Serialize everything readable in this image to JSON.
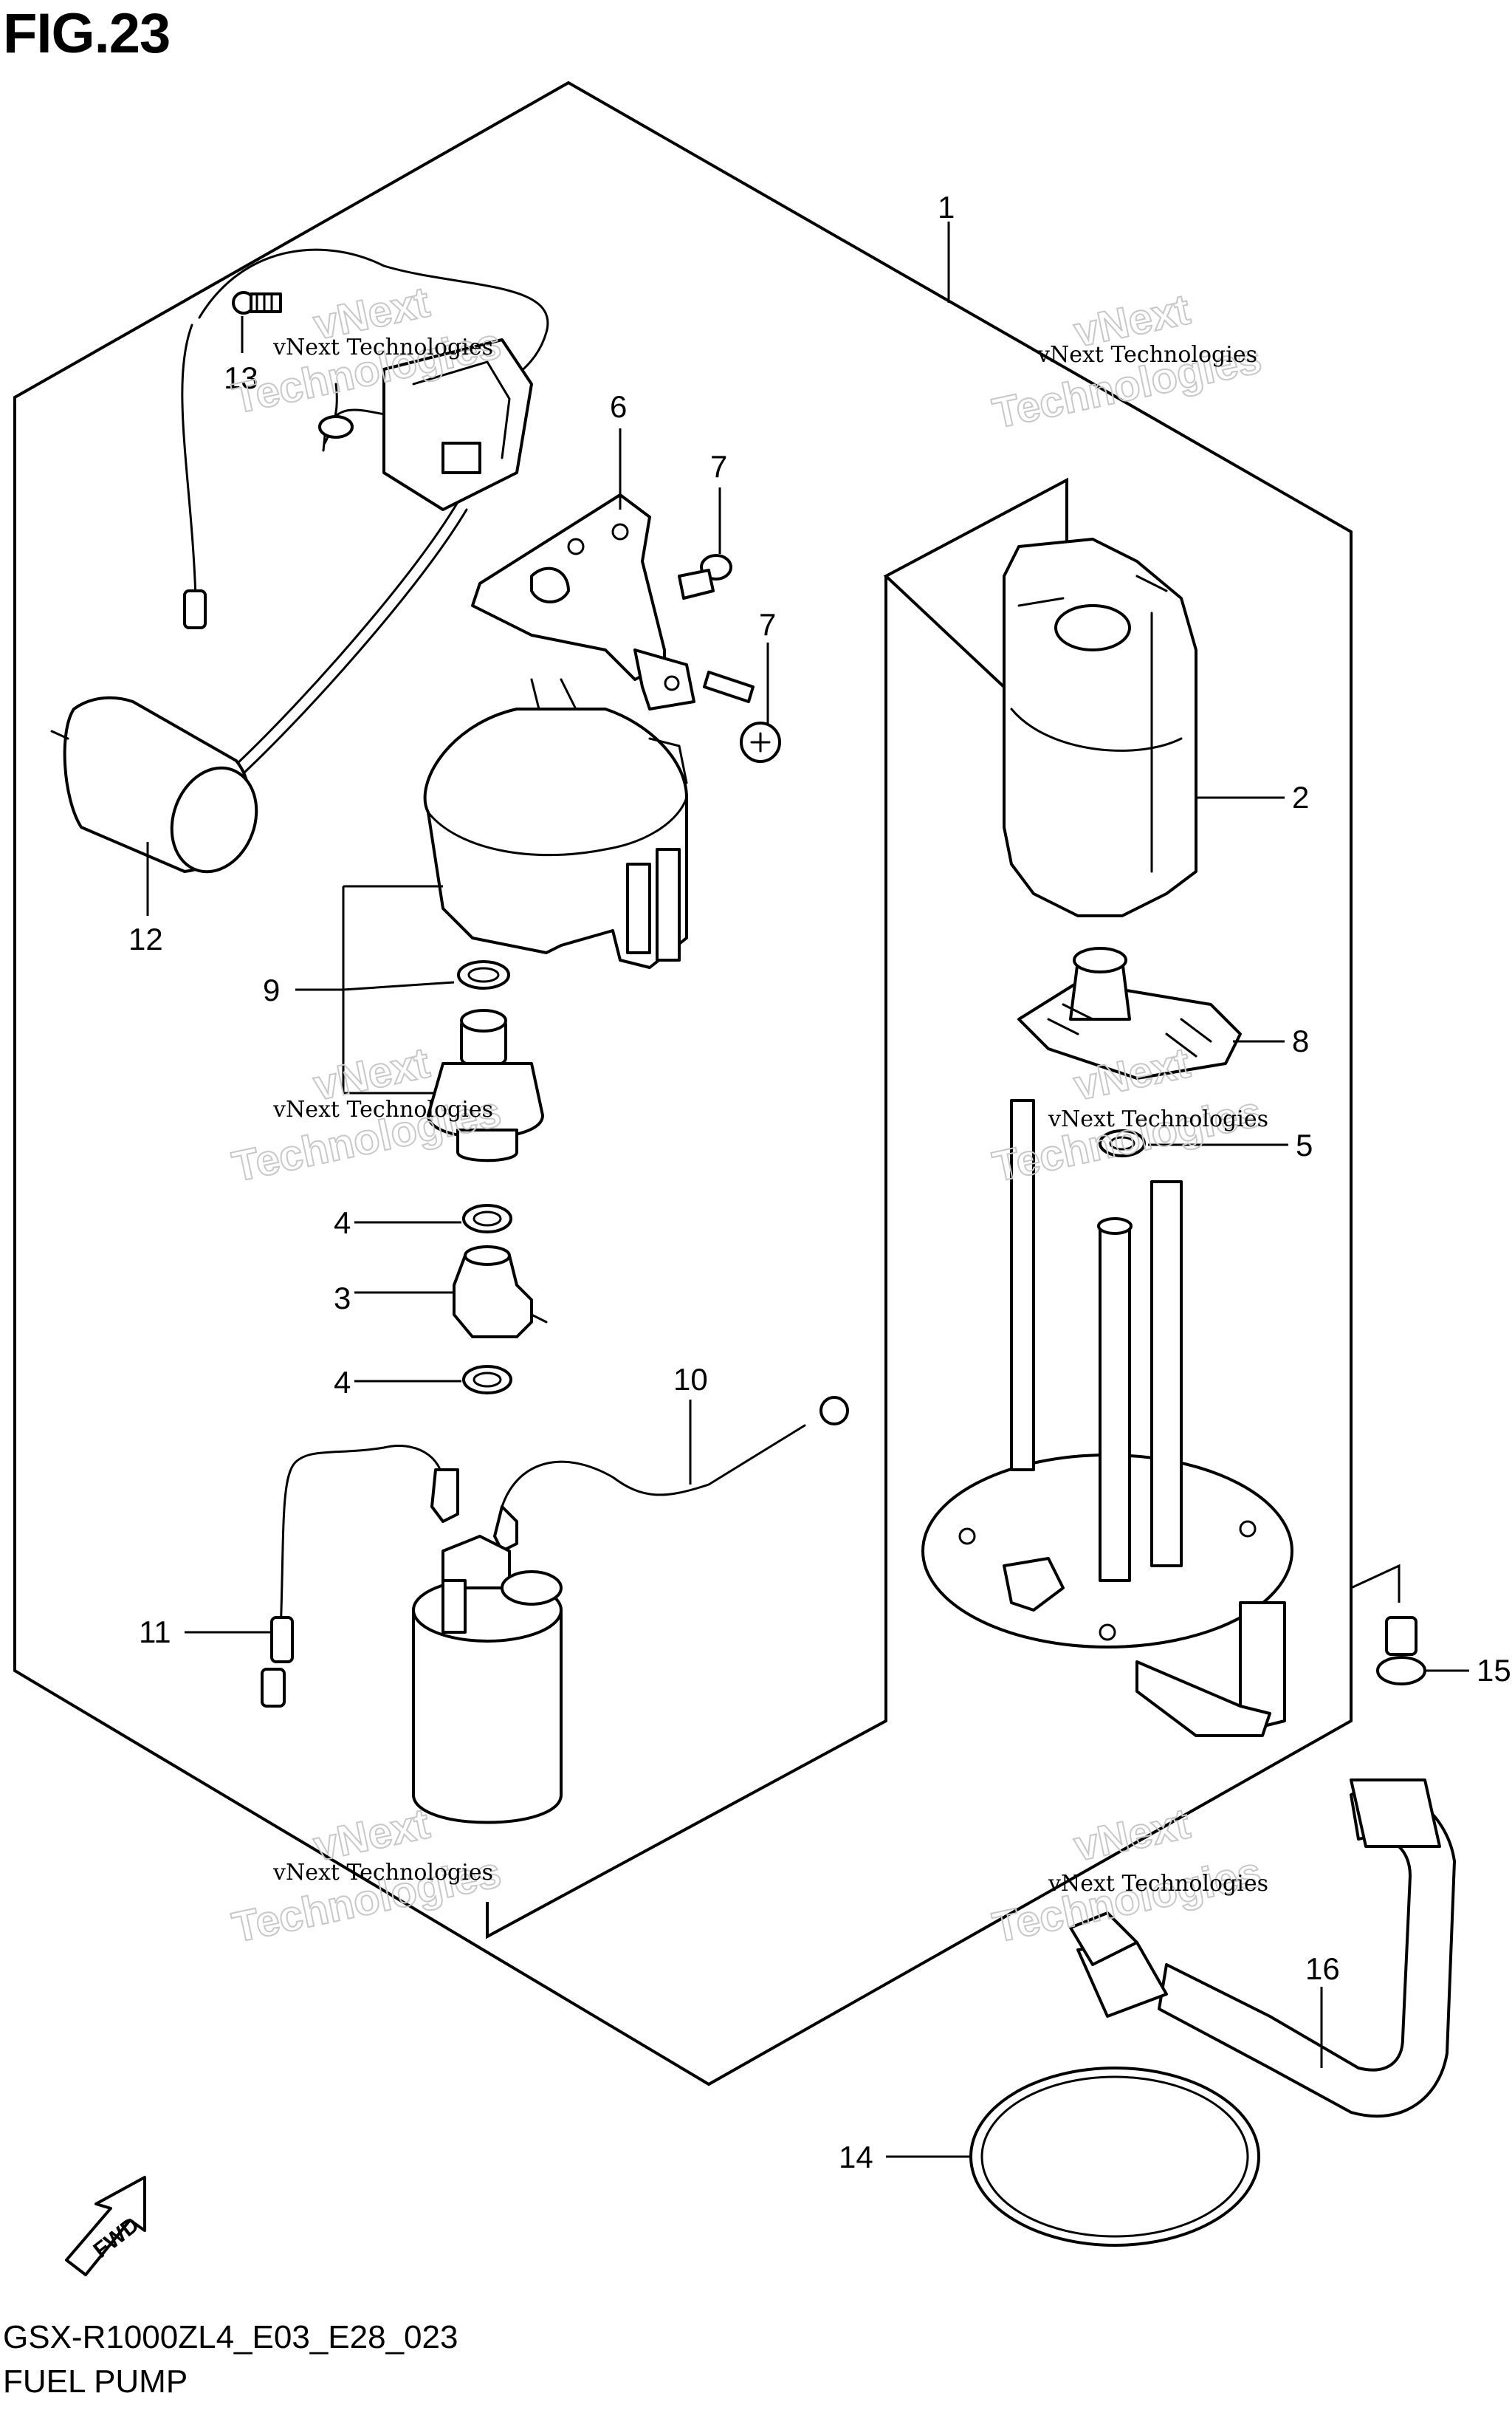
{
  "figure": {
    "title": "FIG.23",
    "model_code": "GSX-R1000ZL4_E03_E28_023",
    "name": "FUEL PUMP"
  },
  "callouts": {
    "c1": "1",
    "c2": "2",
    "c3": "3",
    "c4a": "4",
    "c4b": "4",
    "c5": "5",
    "c6": "6",
    "c7a": "7",
    "c7b": "7",
    "c8": "8",
    "c9": "9",
    "c10": "10",
    "c11": "11",
    "c12": "12",
    "c13": "13",
    "c14": "14",
    "c15": "15",
    "c16": "16"
  },
  "watermark": {
    "line1": "vNext Technologies",
    "line2": "Technologies",
    "line3": "vNext"
  },
  "fwd_label": "FWD",
  "colors": {
    "ink": "#000000",
    "watermark": "#c8c8c8",
    "background": "#ffffff"
  }
}
